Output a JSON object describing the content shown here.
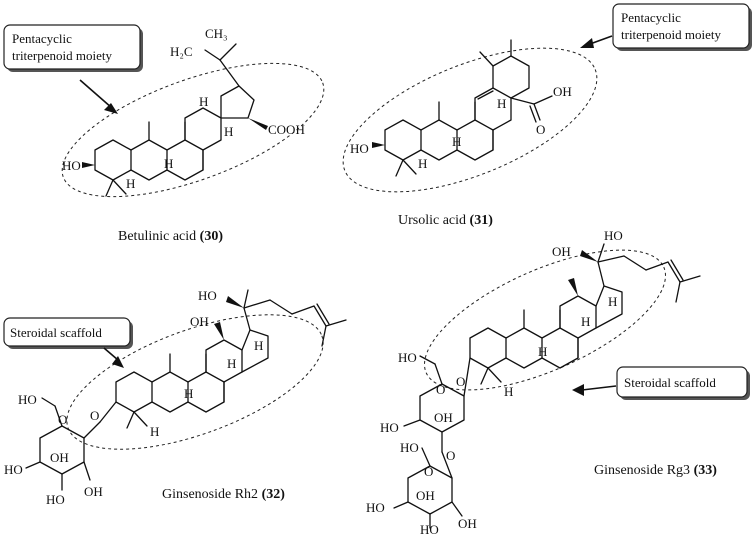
{
  "compounds": [
    {
      "name": "Betulinic acid",
      "number": "(30)"
    },
    {
      "name": "Ursolic acid",
      "number": "(31)"
    },
    {
      "name": "Ginsenoside Rh2",
      "number": "(32)"
    },
    {
      "name": "Ginsenoside Rg3",
      "number": "(33)"
    }
  ],
  "callouts": {
    "pentacyclic_line1": "Pentacyclic",
    "pentacyclic_line2": "triterpenoid moiety",
    "steroidal": "Steroidal scaffold"
  },
  "atoms": {
    "h2c": "H₂C",
    "ch3": "CH₃",
    "cooh": "COOH",
    "oh": "OH",
    "ho": "HO",
    "o": "O",
    "h": "H"
  }
}
